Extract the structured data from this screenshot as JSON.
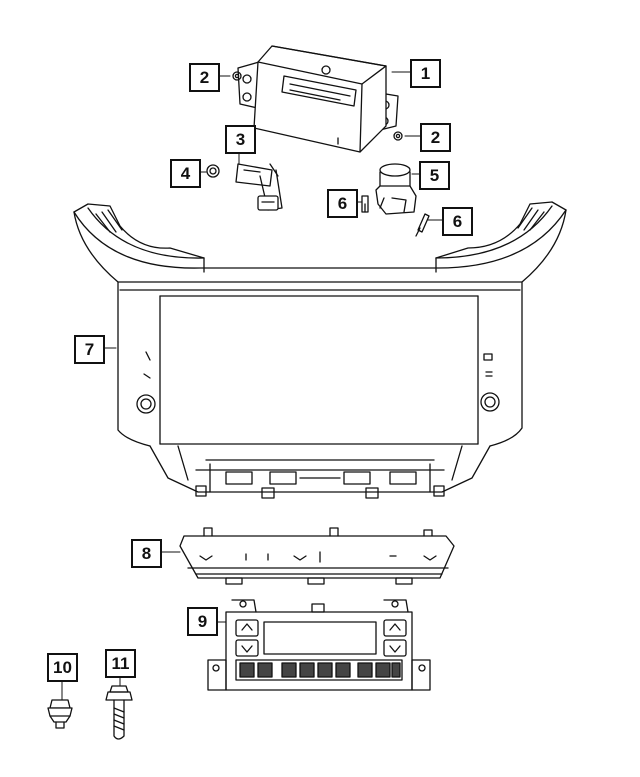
{
  "diagram": {
    "callouts": [
      {
        "id": "c1",
        "label": "1"
      },
      {
        "id": "c2a",
        "label": "2"
      },
      {
        "id": "c2b",
        "label": "2"
      },
      {
        "id": "c3",
        "label": "3"
      },
      {
        "id": "c4",
        "label": "4"
      },
      {
        "id": "c5",
        "label": "5"
      },
      {
        "id": "c6a",
        "label": "6"
      },
      {
        "id": "c6b",
        "label": "6"
      },
      {
        "id": "c7",
        "label": "7"
      },
      {
        "id": "c8",
        "label": "8"
      },
      {
        "id": "c9",
        "label": "9"
      },
      {
        "id": "c10",
        "label": "10"
      },
      {
        "id": "c11",
        "label": "11"
      }
    ]
  },
  "colors": {
    "line": "#111111",
    "background": "#ffffff",
    "shade": "#9a9a9a"
  }
}
